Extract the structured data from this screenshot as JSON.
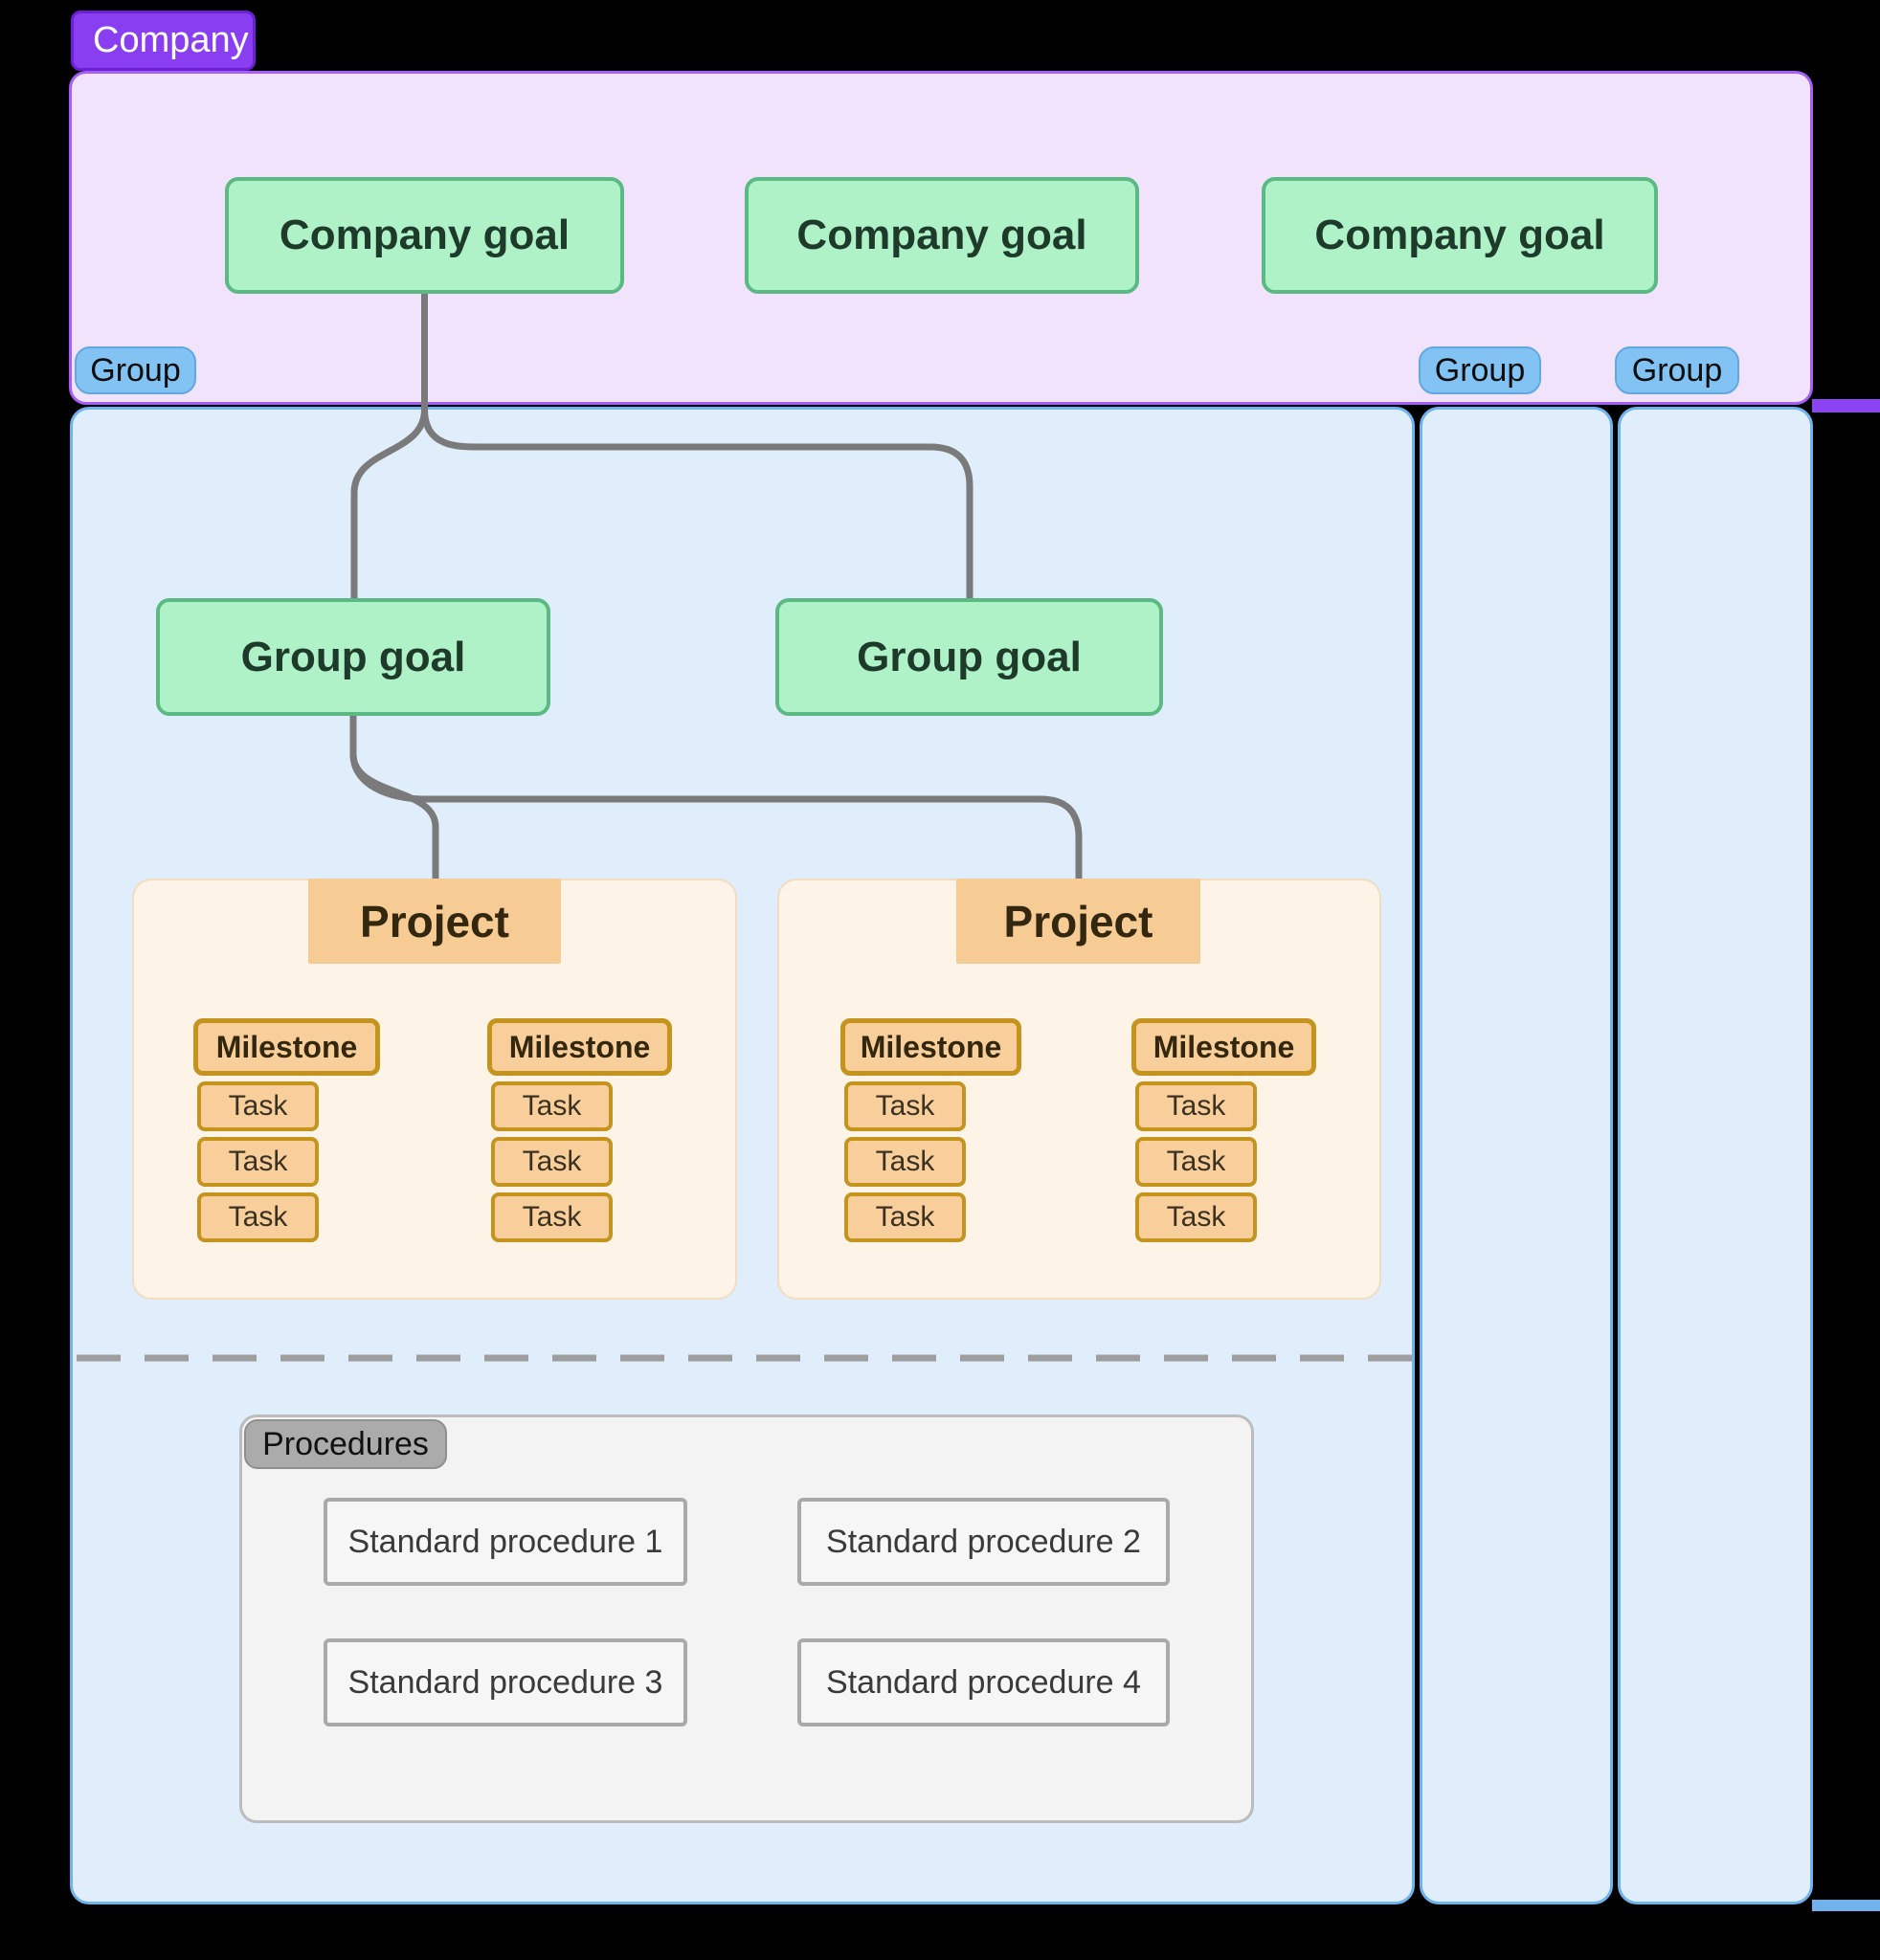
{
  "diagram": {
    "company_tab": "Company",
    "company_goals": [
      "Company goal",
      "Company goal",
      "Company goal"
    ],
    "group_tabs": [
      "Group",
      "Group",
      "Group"
    ],
    "group_goals": [
      "Group goal",
      "Group goal"
    ],
    "projects": [
      {
        "label": "Project",
        "milestones": [
          {
            "label": "Milestone",
            "tasks": [
              "Task",
              "Task",
              "Task"
            ]
          },
          {
            "label": "Milestone",
            "tasks": [
              "Task",
              "Task",
              "Task"
            ]
          }
        ]
      },
      {
        "label": "Project",
        "milestones": [
          {
            "label": "Milestone",
            "tasks": [
              "Task",
              "Task",
              "Task"
            ]
          },
          {
            "label": "Milestone",
            "tasks": [
              "Task",
              "Task",
              "Task"
            ]
          }
        ]
      }
    ],
    "procedures": {
      "label": "Procedures",
      "items": [
        "Standard procedure 1",
        "Standard procedure 2",
        "Standard procedure 3",
        "Standard procedure 4"
      ]
    }
  },
  "colors": {
    "company_tab_fill": "#8a3ef2",
    "company_tab_border": "#6d1fd6",
    "company_container_fill": "#f0e3fb",
    "company_container_border": "#a55ef7",
    "group_container_fill": "#e0eefc",
    "group_container_border": "#70b2ec",
    "group_tab_fill": "#83c3f3",
    "group_tab_border": "#61a7e2",
    "goal_fill": "#aff2c7",
    "goal_border": "#5bba83",
    "goal_text": "#1e3a2b",
    "connector": "#7a7a7a",
    "project_container_fill": "#fdf3e6",
    "project_container_border": "#f0ddc2",
    "project_label_fill": "#f6cb94",
    "project_text": "#33270f",
    "orange_fill": "#f8cf9b",
    "orange_border": "#c5941f",
    "task_text": "#3b3123",
    "dashed_line": "#9e9e9e",
    "procedures_container_fill": "#f3f3f3",
    "procedures_container_border": "#bcbcbc",
    "procedures_label_fill": "#ababab",
    "procedures_label_border": "#8f8f8f",
    "procedure_box_fill": "#f6f6f6",
    "procedure_box_border": "#a9a9a9",
    "procedure_text": "#3a3a3a",
    "stub_purple": "#8c45f5",
    "stub_blue": "#70b2ec"
  }
}
